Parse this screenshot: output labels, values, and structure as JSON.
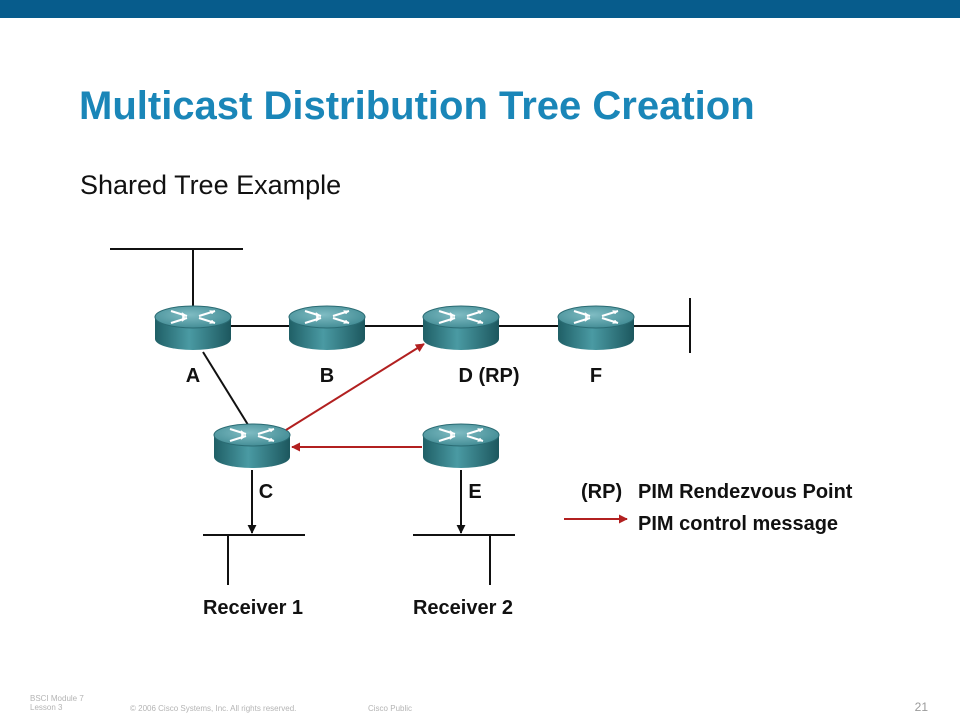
{
  "header": {
    "title": "Multicast Distribution Tree Creation",
    "subtitle": "Shared Tree Example",
    "bar_color": "#075c8c",
    "title_color": "#1a86b8"
  },
  "diagram": {
    "routers": [
      {
        "id": "A",
        "label": "A"
      },
      {
        "id": "B",
        "label": "B"
      },
      {
        "id": "D",
        "label": "D (RP)"
      },
      {
        "id": "F",
        "label": "F"
      },
      {
        "id": "C",
        "label": "C"
      },
      {
        "id": "E",
        "label": "E"
      }
    ],
    "receivers": [
      {
        "id": "receiver-1",
        "label": "Receiver 1"
      },
      {
        "id": "receiver-2",
        "label": "Receiver 2"
      }
    ],
    "control_messages": [
      {
        "from": "C",
        "to": "D"
      },
      {
        "from": "E",
        "to": "C"
      }
    ],
    "router_icon": "router-icon",
    "router_color": "#3e8a94",
    "control_message_color": "#b22020",
    "legend": {
      "rp_abbrev": "(RP)",
      "rp_text": "PIM Rendezvous Point",
      "arrow_text": "PIM control message"
    }
  },
  "footer": {
    "course_line1": "BSCI Module 7",
    "course_line2": "Lesson 3",
    "copyright": "© 2006 Cisco Systems, Inc. All rights reserved.",
    "classification": "Cisco Public",
    "page_number": "21"
  }
}
